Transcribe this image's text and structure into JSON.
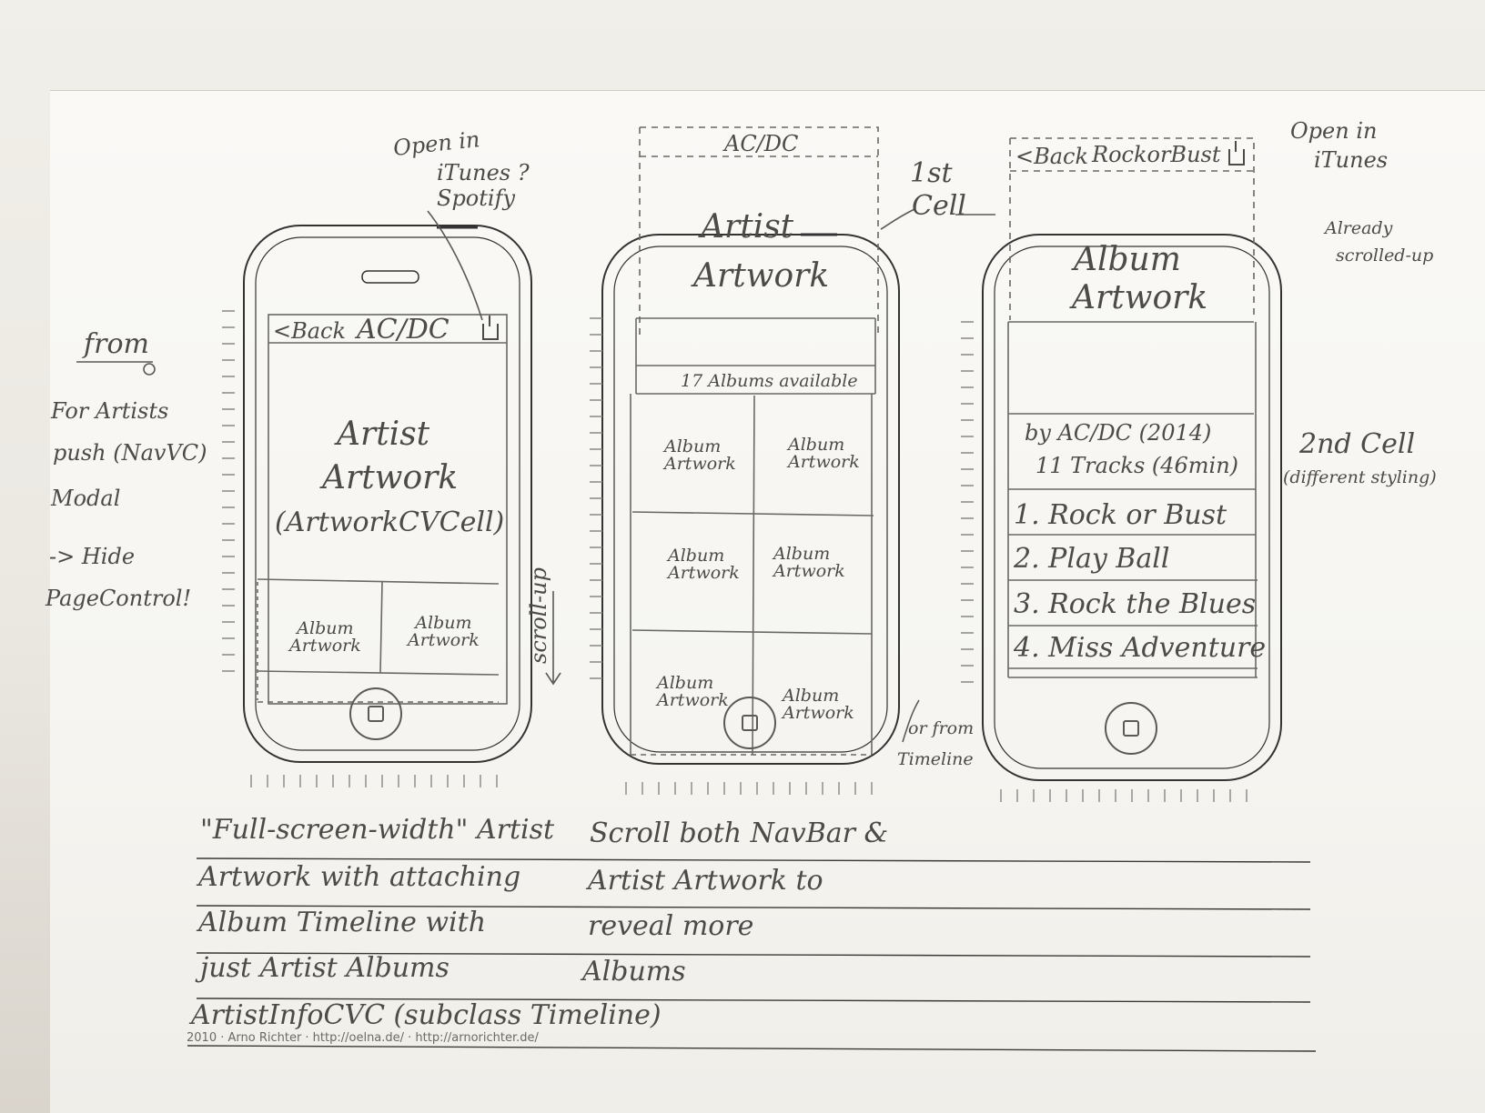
{
  "wireframes": [
    {
      "id": "artist-view",
      "nav_back": "<Back",
      "nav_title": "AC/DC",
      "header_lines": [
        "Artist",
        "Artwork",
        "(ArtworkCVCell)"
      ],
      "grid_cells": [
        "Album\nArtwork",
        "Album\nArtwork"
      ],
      "side_label": "scroll-up"
    },
    {
      "id": "artist-scrolled",
      "nav_title": "AC/DC",
      "header_lines": [
        "Artist",
        "Artwork"
      ],
      "albums_available": "17 Albums available",
      "grid_cells": [
        "Album\nArtwork",
        "Album\nArtwork",
        "Album\nArtwork",
        "Album\nArtwork",
        "Album\nArtwork",
        "Album\nArtwork"
      ]
    },
    {
      "id": "album-view",
      "nav_back": "<Back",
      "nav_title": "RockorBust",
      "header_lines": [
        "Album",
        "Artwork"
      ],
      "info_line1": "by AC/DC (2014)",
      "info_line2": "11 Tracks (46min)",
      "tracks": [
        "1. Rock or Bust",
        "2. Play Ball",
        "3. Rock the Blues",
        "4. Miss Adventure"
      ]
    }
  ],
  "annotations": {
    "open_itunes_top": [
      "Open in",
      "iTunes ?",
      "Spotify"
    ],
    "first_cell": [
      "1st",
      "Cell"
    ],
    "open_itunes_right": [
      "Open in",
      "iTunes"
    ],
    "already_scrolled": [
      "Already",
      "scrolled-up"
    ],
    "second_cell": [
      "2nd Cell",
      "(different styling)"
    ],
    "from_timeline": [
      "or from",
      "Timeline"
    ],
    "left_notes": [
      "from",
      "For Artists",
      "push (NavVC)",
      "Modal",
      "-> Hide",
      "PageControl!"
    ]
  },
  "notes_left": [
    "\"Full-screen-width\" Artist",
    "Artwork with attaching",
    "Album Timeline with",
    "just Artist Albums",
    "ArtistInfoCVC (subclass Timeline)"
  ],
  "notes_right": [
    "Scroll both NavBar &",
    "Artist Artwork to",
    "reveal more",
    "Albums"
  ],
  "footer_credit": "2010 · Arno Richter · http://oelna.de/ · http://arnorichter.de/"
}
